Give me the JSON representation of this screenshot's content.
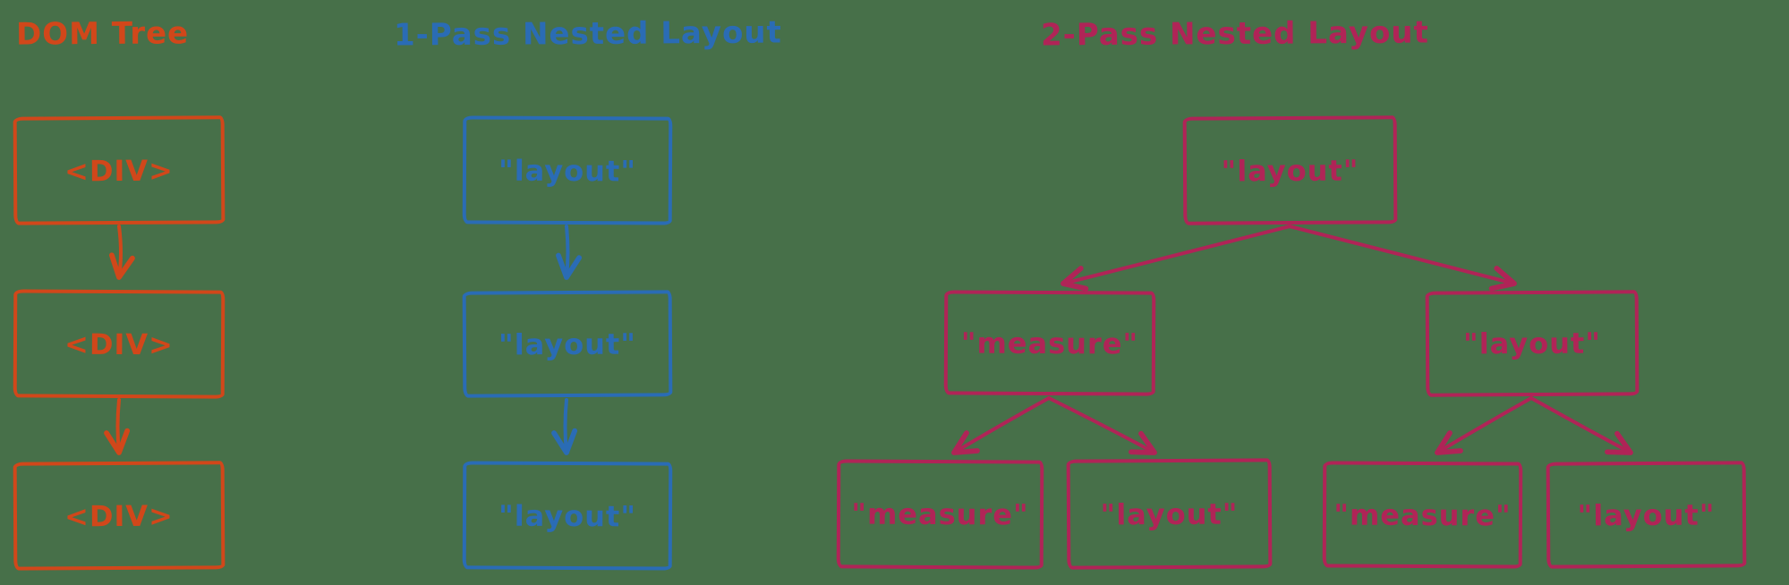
{
  "colors": {
    "background": "#477049",
    "dom_tree": "#d1471a",
    "one_pass": "#2a6cb5",
    "two_pass": "#b02457"
  },
  "dom_tree": {
    "title": "DOM Tree",
    "nodes": [
      "<DIV>",
      "<DIV>",
      "<DIV>"
    ]
  },
  "one_pass": {
    "title": "1-Pass Nested Layout",
    "nodes": [
      "\"layout\"",
      "\"layout\"",
      "\"layout\""
    ]
  },
  "two_pass": {
    "title": "2-Pass Nested Layout",
    "root": "\"layout\"",
    "level2": [
      "\"measure\"",
      "\"layout\""
    ],
    "level3": [
      "\"measure\"",
      "\"layout\"",
      "\"measure\"",
      "\"layout\""
    ]
  }
}
